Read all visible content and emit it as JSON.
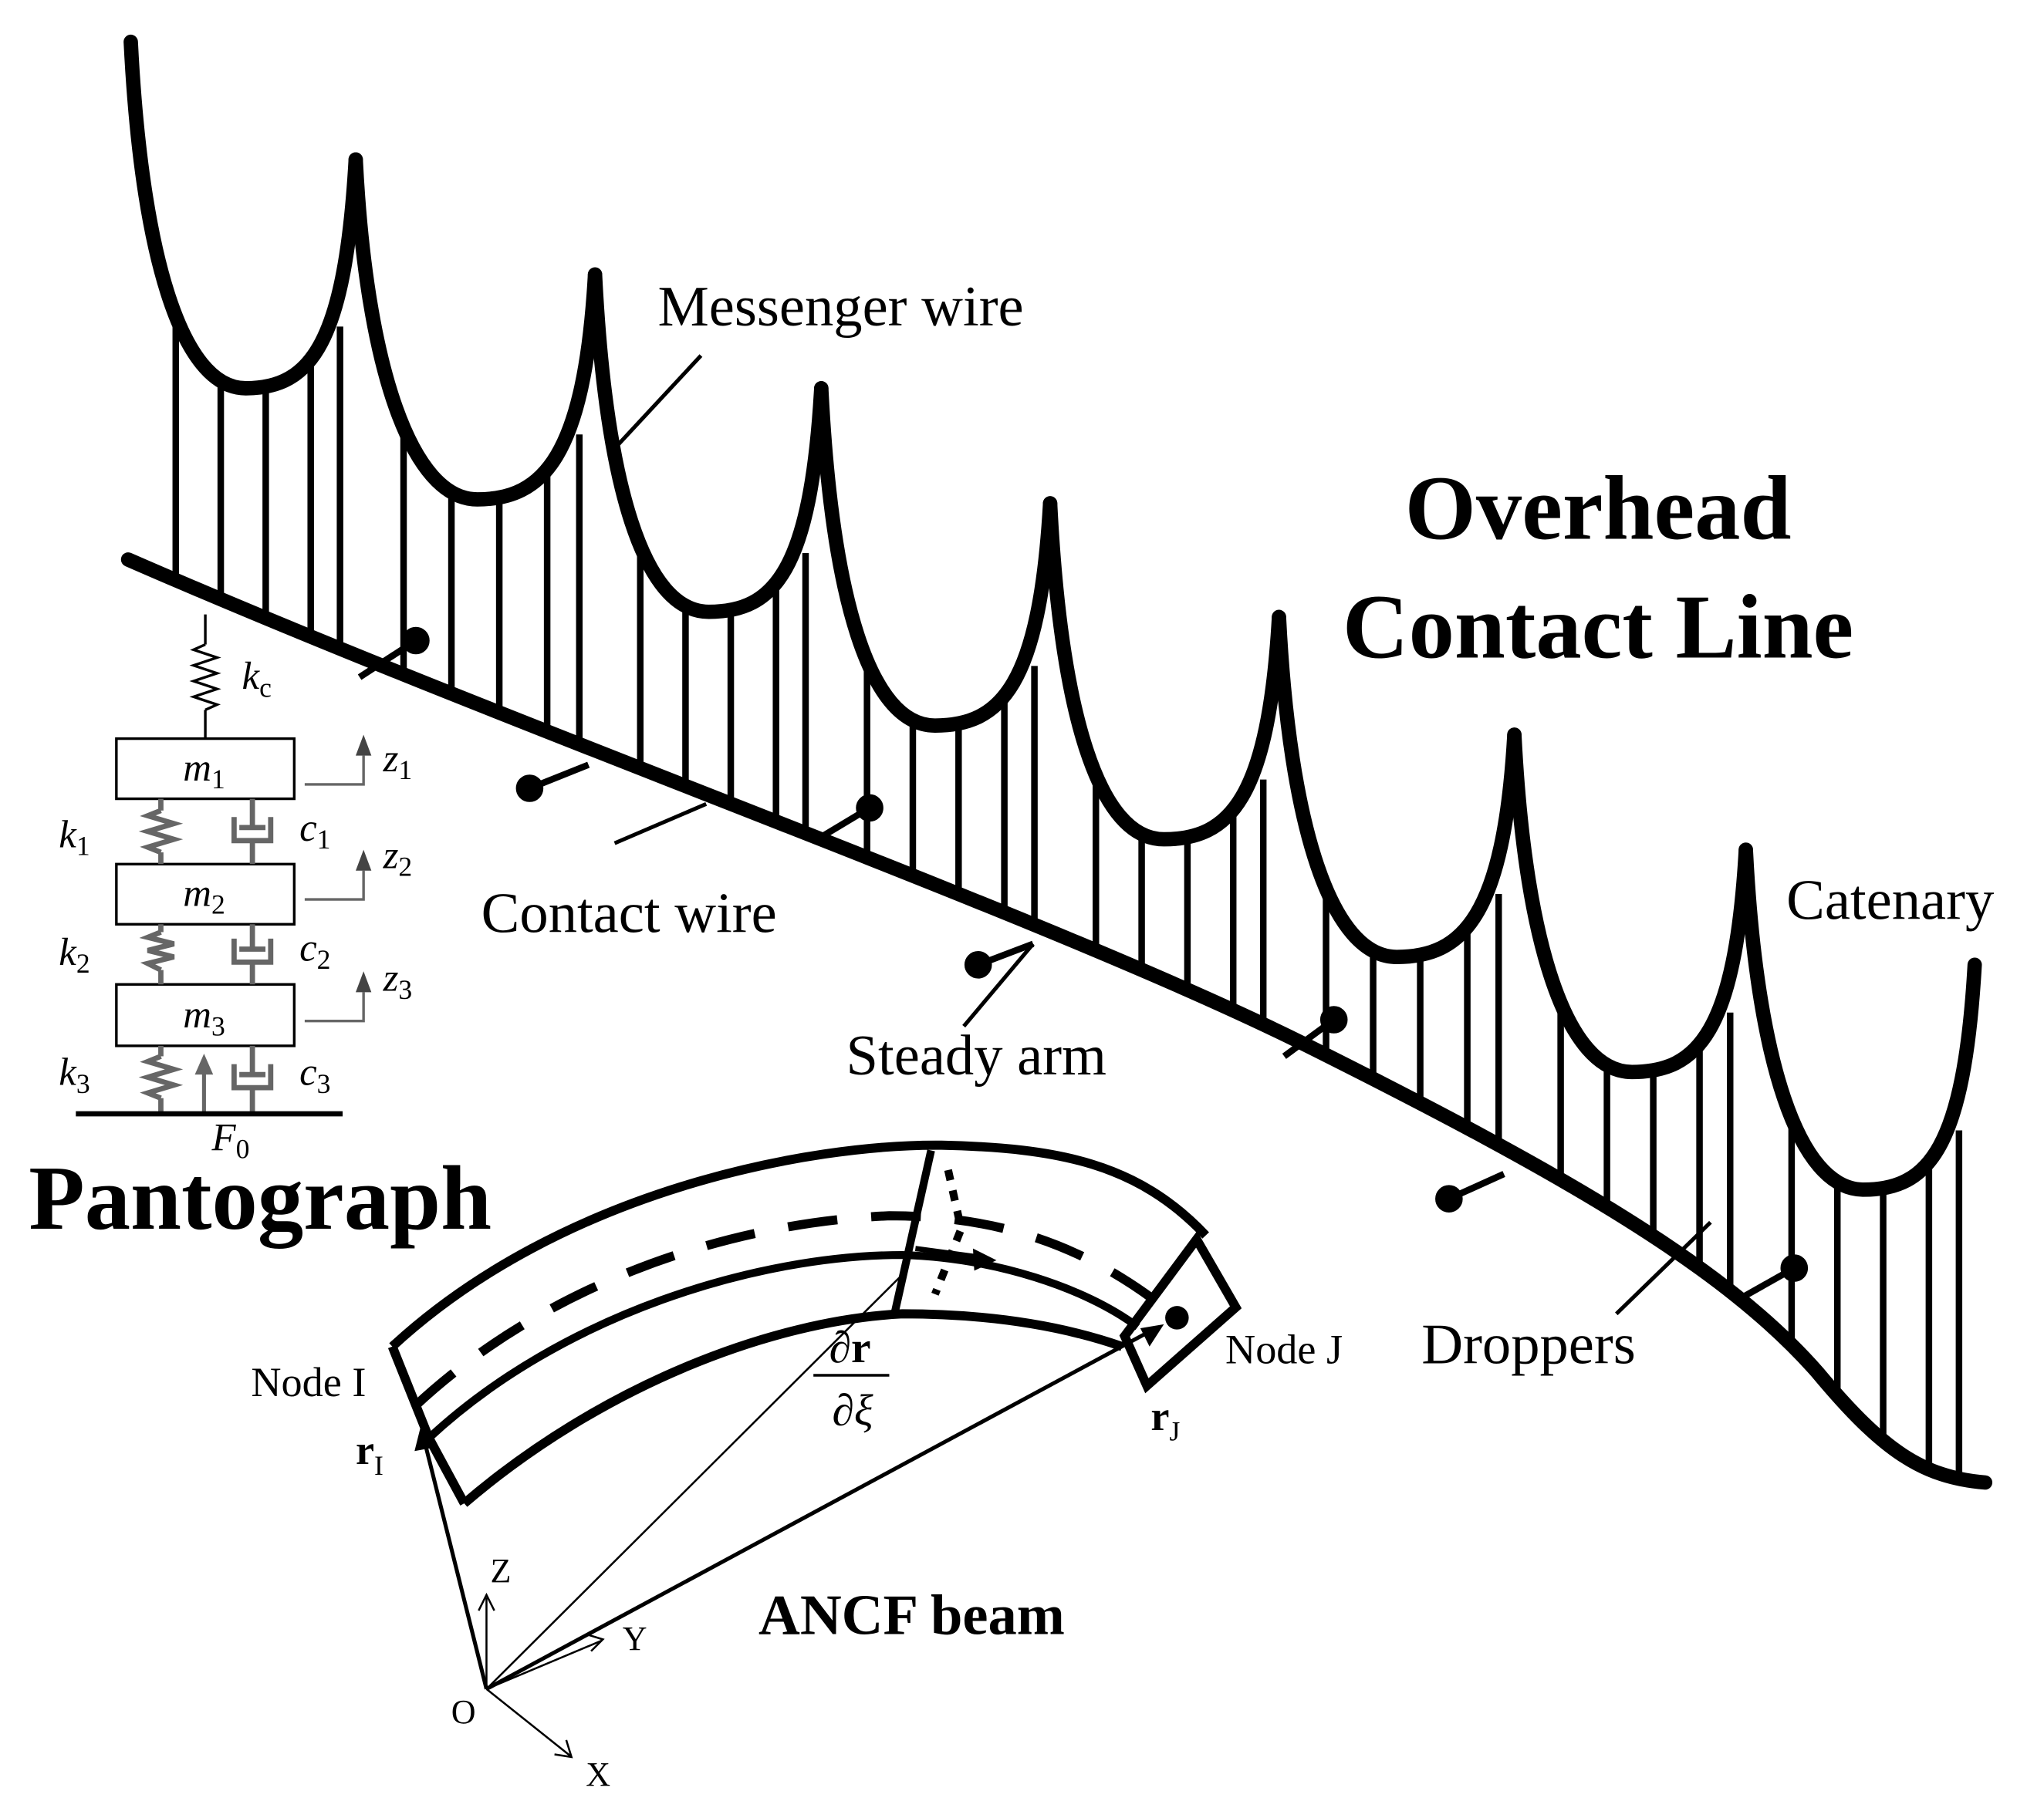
{
  "labels": {
    "messenger_wire": "Messenger wire",
    "ocl_line1": "Overhead",
    "ocl_line2": "Contact Line",
    "contact_wire": "Contact wire",
    "catenary": "Catenary",
    "steady_arm": "Steady arm",
    "droppers": "Droppers",
    "pantograph": "Pantograph",
    "ancf_beam": "ANCF beam",
    "node_i": "Node I",
    "node_j": "Node J"
  },
  "pantograph_model": {
    "kc": {
      "main": "k",
      "sub": "c"
    },
    "m1": {
      "main": "m",
      "sub": "1"
    },
    "m2": {
      "main": "m",
      "sub": "2"
    },
    "m3": {
      "main": "m",
      "sub": "3"
    },
    "k1": {
      "main": "k",
      "sub": "1"
    },
    "k2": {
      "main": "k",
      "sub": "2"
    },
    "k3": {
      "main": "k",
      "sub": "3"
    },
    "c1": {
      "main": "c",
      "sub": "1"
    },
    "c2": {
      "main": "c",
      "sub": "2"
    },
    "c3": {
      "main": "c",
      "sub": "3"
    },
    "z1": {
      "main": "z",
      "sub": "1"
    },
    "z2": {
      "main": "z",
      "sub": "2"
    },
    "z3": {
      "main": "z",
      "sub": "3"
    },
    "f0": {
      "main": "F",
      "sub": "0"
    }
  },
  "beam": {
    "r_i": {
      "main": "r",
      "sub": "I"
    },
    "r_j": {
      "main": "r",
      "sub": "J"
    },
    "dr_num": "∂r",
    "dr_den": "∂ξ"
  },
  "axes": {
    "z": "Z",
    "y": "Y",
    "x": "X",
    "origin": "O"
  },
  "colors": {
    "stroke": "#000000",
    "model_gray": "#666666"
  }
}
